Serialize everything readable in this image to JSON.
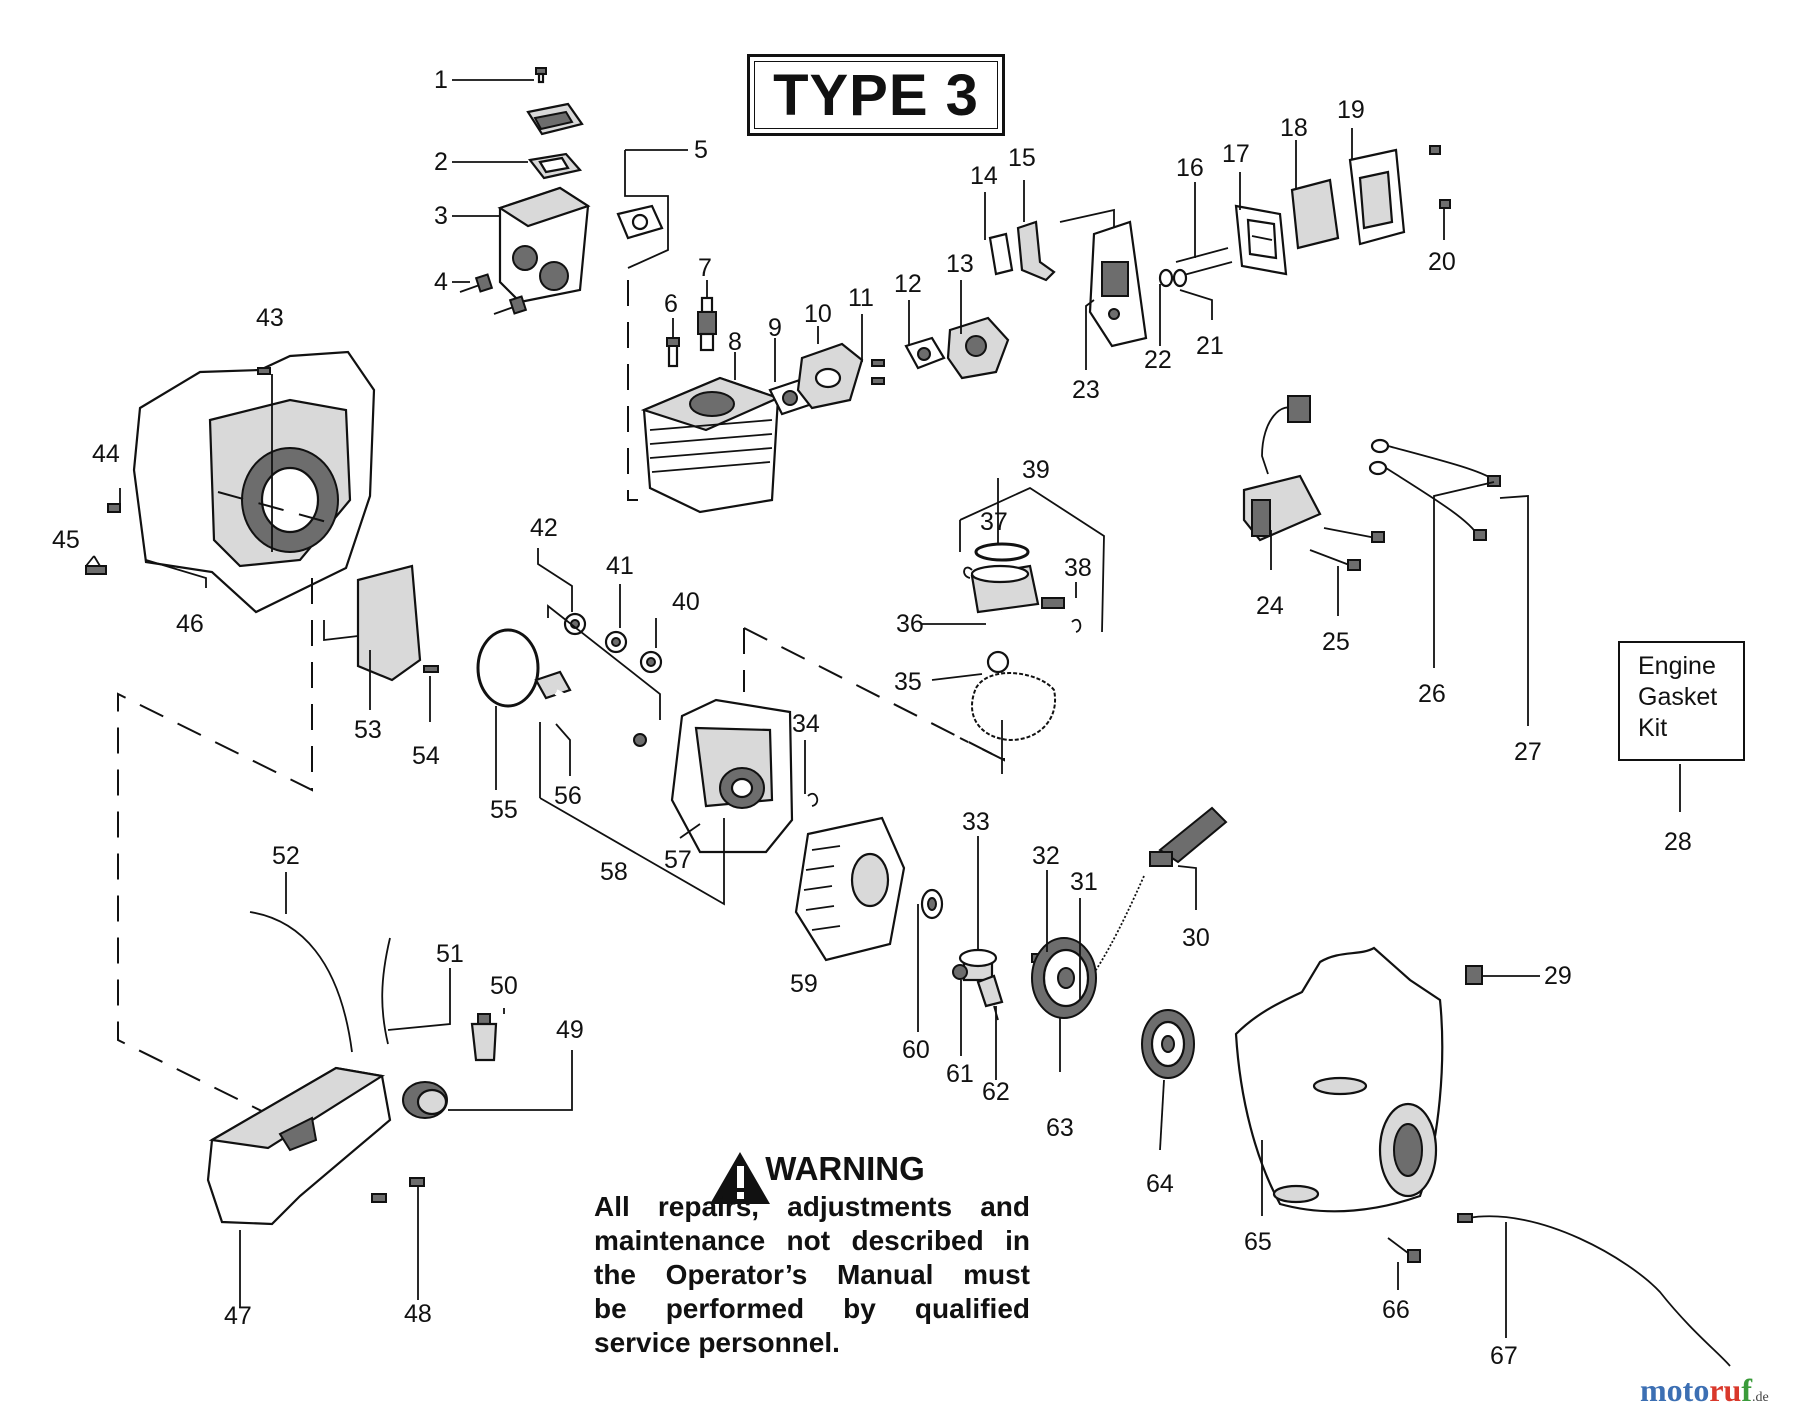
{
  "title": "TYPE 3",
  "kit": {
    "line1": "Engine",
    "line2": "Gasket",
    "line3": "Kit"
  },
  "warning": {
    "heading": "WARNING",
    "lines": [
      "All repairs, adjustments and",
      "maintenance not described in",
      "the Operator’s Manual must",
      "be performed by qualified",
      "service personnel."
    ]
  },
  "watermark": {
    "brand_a": "moto",
    "brand_b": "ru",
    "brand_c": "f",
    "suffix": ".de"
  },
  "part_numbers": [
    "1",
    "2",
    "3",
    "4",
    "5",
    "6",
    "7",
    "8",
    "9",
    "10",
    "11",
    "12",
    "13",
    "14",
    "15",
    "16",
    "17",
    "18",
    "19",
    "20",
    "21",
    "22",
    "23",
    "24",
    "25",
    "26",
    "27",
    "28",
    "29",
    "30",
    "31",
    "32",
    "33",
    "34",
    "35",
    "36",
    "37",
    "38",
    "39",
    "40",
    "41",
    "42",
    "43",
    "44",
    "45",
    "46",
    "47",
    "48",
    "49",
    "50",
    "51",
    "52",
    "53",
    "54",
    "55",
    "56",
    "57",
    "58",
    "59",
    "60",
    "61",
    "62",
    "63",
    "64",
    "65",
    "66",
    "67"
  ]
}
